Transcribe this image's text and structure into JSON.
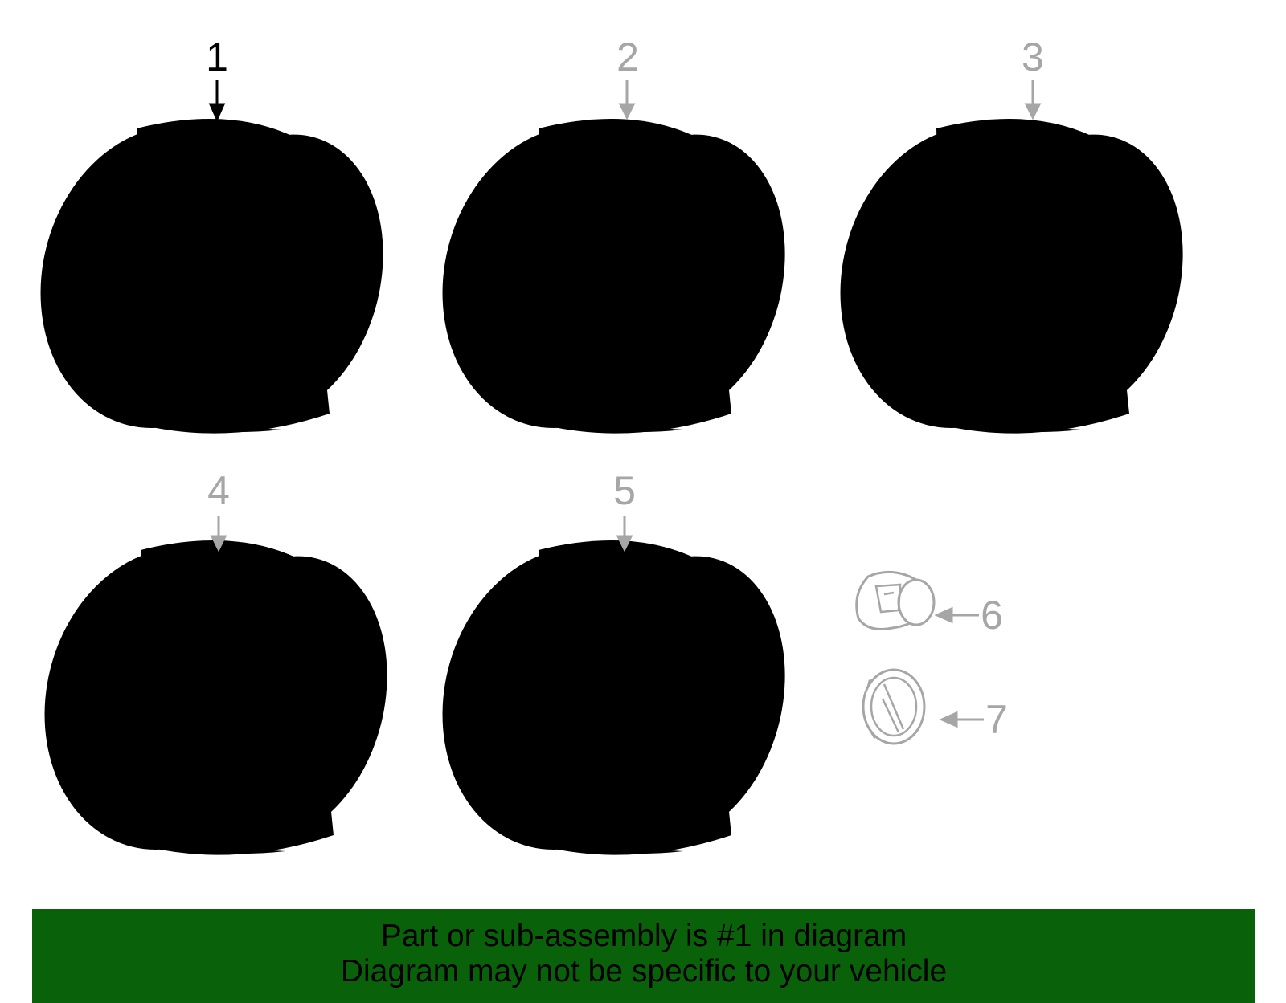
{
  "callouts": [
    {
      "number": "1",
      "highlighted": true
    },
    {
      "number": "2",
      "highlighted": false
    },
    {
      "number": "3",
      "highlighted": false
    },
    {
      "number": "4",
      "highlighted": false
    },
    {
      "number": "5",
      "highlighted": false
    },
    {
      "number": "6",
      "highlighted": false
    },
    {
      "number": "7",
      "highlighted": false
    }
  ],
  "banner": {
    "line1": "Part or sub-assembly is #1 in diagram",
    "line2": "Diagram may not be specific to your vehicle"
  },
  "colors": {
    "highlight": "#0d6b0d",
    "banner": "#096209",
    "line_gray": "#a6a6a6"
  }
}
